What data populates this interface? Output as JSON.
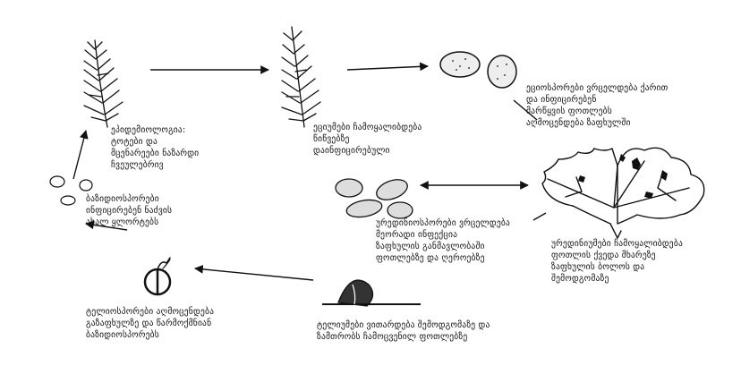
{
  "captions": {
    "spruce_infected": "ეპიდემიოლოგია:\nტოტები და\nმცენარეები ნაზარდი\nჩვეულებრივ",
    "spruce_aecia": "ეციუმები ჩამოყალიბდება\nწიწვებზე\nდაინფიცირებული",
    "aeciospores": "ეციოსპორები ვრცელდება ქარით\nდა ინფიცირებენ\nმარწყვის ფოთლებს\nაღმოცენდება ზაფხულში",
    "basidiospores": "ბაზიდიოსპორები\nინფიცირებენ ნაძვის\nახალ ყლორტებს",
    "urediniospores": "ურედინიოსპორები ვრცელდება\nმეორადი ინფექცია\nზაფხულის განმავლობაში\nფოთლებზე და ღეროებზე",
    "leaf": "ურედინიუმები ჩამოყალიბდება\nფოთლის ქვედა მხარეზე\nზაფხულის ბოლოს და\nშემოდგომაზე",
    "telia": "ტელიუმები ვითარდება შემოდგომაზე და\nზამთრობს ჩამოცვენილ ფოთლებზე",
    "teliospore": "ტელიოსპორები აღმოცენდება\nგაზაფხულზე და წარმოქმნიან\nბაზიდიოსპორებს"
  }
}
